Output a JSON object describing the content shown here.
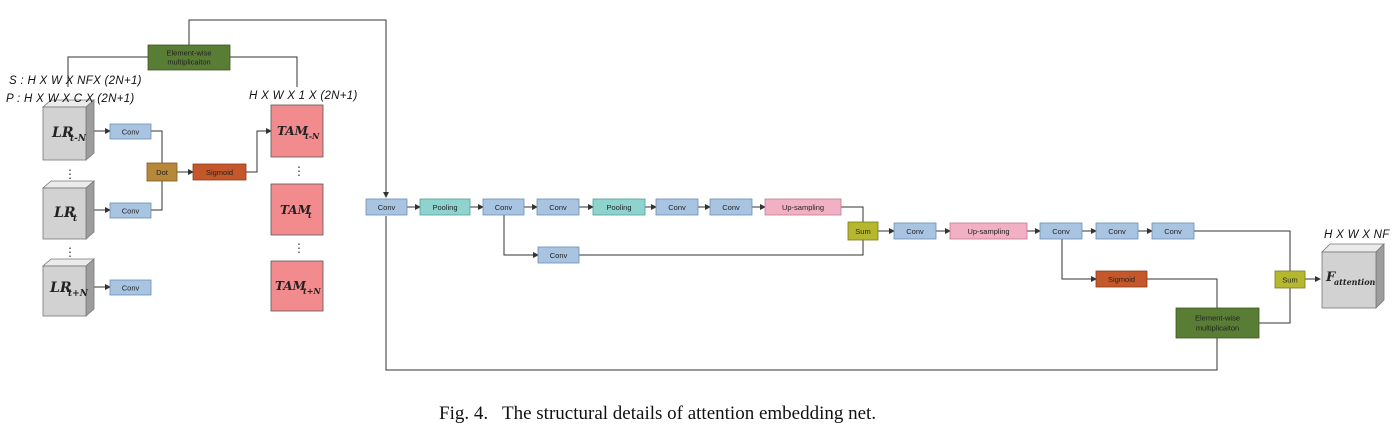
{
  "blocks": {
    "conv": "Conv",
    "pooling": "Pooling",
    "upsampling": "Up-sampling",
    "sum": "Sum",
    "dot": "Dot",
    "sigmoid": "Sigmoid",
    "elementwise_line1": "Element-wise",
    "elementwise_line2": "multiplicaiton"
  },
  "inputs": {
    "lr_main": "LR",
    "lr_tn": "t-N",
    "lr_t": "t",
    "lr_tpn": "t+N",
    "dots": "⋮"
  },
  "tam": {
    "main": "TAM",
    "tn": "t-N",
    "t": "t",
    "tpn": "t+N"
  },
  "dims": {
    "s": "S : H X W X NFX (2N+1)",
    "p": "P : H X W X C X (2N+1)",
    "tam": "H X W X 1 X (2N+1)",
    "out": "H X W X NF"
  },
  "output": {
    "main": "F",
    "sub": "attention"
  },
  "caption": "Fig. 4.   The structural details of attention embedding net.",
  "colors": {
    "conv": "#a9c4e1",
    "pooling": "#8fd3cf",
    "upsampling": "#f2b0c4",
    "sum": "#b5b82f",
    "dot": "#b8883a",
    "sigmoid": "#c4582a",
    "elementwise": "#5a7d35",
    "tam": "#f28b8e",
    "cube": "#d2d2d2"
  }
}
